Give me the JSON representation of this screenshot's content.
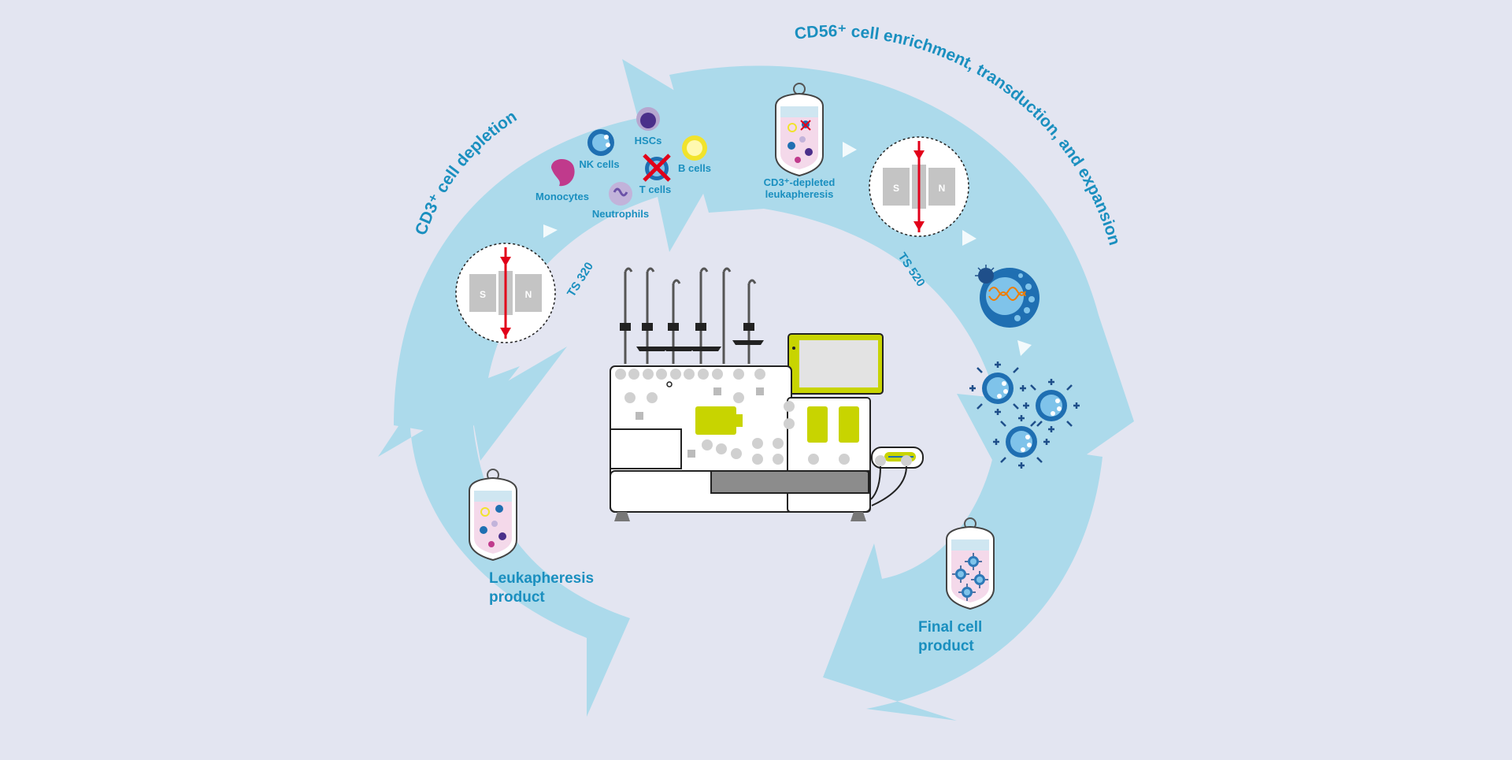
{
  "steps": {
    "depletion": "CD3⁺ cell depletion",
    "enrichment": "CD56⁺ cell enrichment, transduction, and expansion",
    "ts320": "TS 320",
    "ts520": "TS 520"
  },
  "cells": {
    "hscs": "HSCs",
    "nk": "NK cells",
    "b": "B cells",
    "t": "T cells",
    "monocytes": "Monocytes",
    "neutrophils": "Neutrophils"
  },
  "bags": {
    "depleted_line1": "CD3⁺-depleted",
    "depleted_line2": "leukapheresis",
    "leuka_line1": "Leukapheresis",
    "leuka_line2": "product",
    "final_line1": "Final cell",
    "final_line2": "product"
  },
  "magnet": {
    "s": "S",
    "n": "N"
  },
  "colors": {
    "background": "#e3e5f1",
    "arrow": "#acdaeb",
    "text": "#1a8fbf",
    "accent": "#c8d400",
    "field": "#e2001a"
  }
}
